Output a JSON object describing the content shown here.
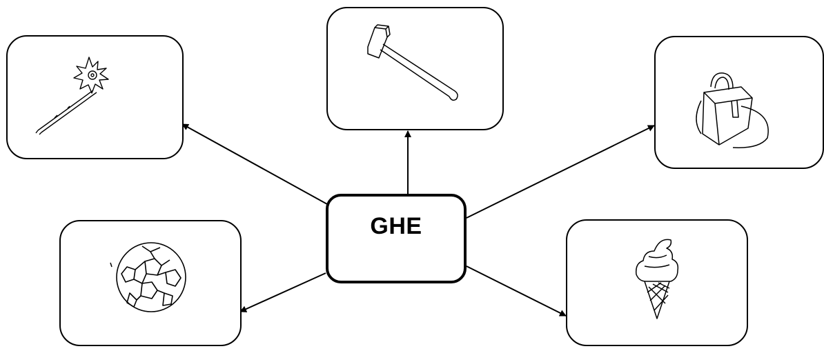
{
  "center": {
    "label": "GHE"
  },
  "items": [
    {
      "id": "item-1",
      "icon": "magic-wand-icon",
      "position": "top-left"
    },
    {
      "id": "item-2",
      "icon": "hammer-icon",
      "position": "top-center"
    },
    {
      "id": "item-3",
      "icon": "bag-icon",
      "position": "top-right"
    },
    {
      "id": "item-4",
      "icon": "soccer-ball-icon",
      "position": "bottom-left"
    },
    {
      "id": "item-5",
      "icon": "ice-cream-cone-icon",
      "position": "bottom-right"
    }
  ],
  "colors": {
    "line": "#000000",
    "background": "#ffffff"
  }
}
